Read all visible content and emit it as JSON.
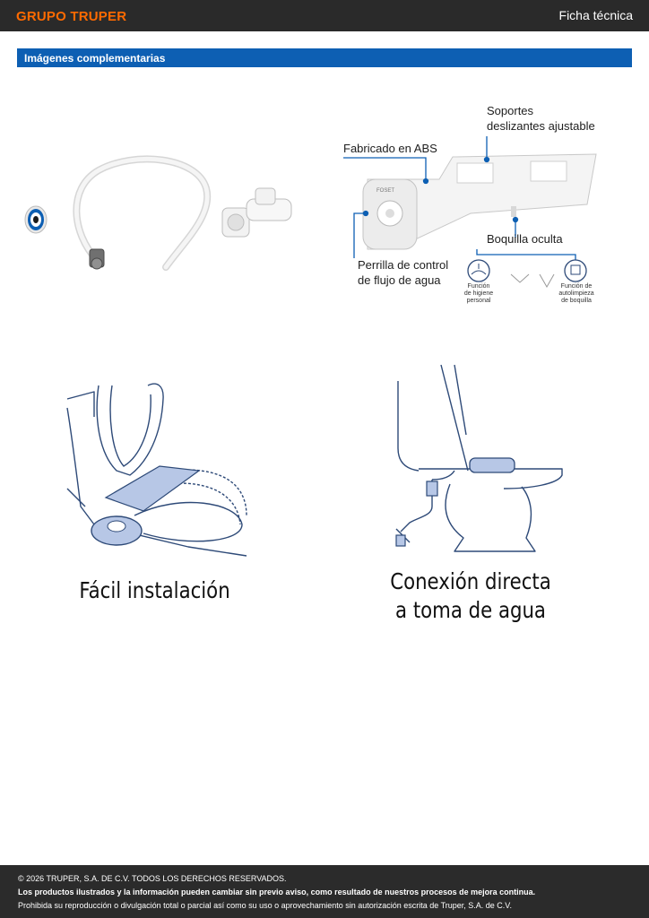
{
  "header": {
    "brand": "GRUPO TRUPER",
    "doc_type": "Ficha técnica"
  },
  "section": {
    "title": "Imágenes complementarias"
  },
  "diagram": {
    "label_abs": "Fabricado en ABS",
    "label_supports_1": "Soportes",
    "label_supports_2": "deslizantes ajustable",
    "label_nozzle": "Boquilla oculta",
    "label_knob_1": "Perrilla de control",
    "label_knob_2": "de flujo de agua",
    "func_hygiene_1": "Función",
    "func_hygiene_2": "de higiene",
    "func_hygiene_3": "personal",
    "func_clean_1": "Función de",
    "func_clean_2": "autolimpieza",
    "func_clean_3": "de boquilla",
    "product_logo": "FOSET"
  },
  "captions": {
    "install": "Fácil instalación",
    "connection_1": "Conexión directa",
    "connection_2": "a toma de agua"
  },
  "footer": {
    "copyright": "© 2026 TRUPER, S.A. DE C.V. TODOS LOS DERECHOS RESERVADOS.",
    "notice": "Los productos ilustrados y la información pueden cambiar sin previo aviso, como resultado de nuestros procesos de mejora continua.",
    "legal": "Prohibida su reproducción o divulgación total o parcial así como su uso o aprovechamiento sin autorización escrita de Truper, S.A. de C.V."
  },
  "colors": {
    "brand": "#ff6a00",
    "section_bar": "#0d5fb3",
    "dark_bar": "#2a2a2a",
    "line_art": "#2e4a78",
    "highlight": "#b7c7e6"
  }
}
